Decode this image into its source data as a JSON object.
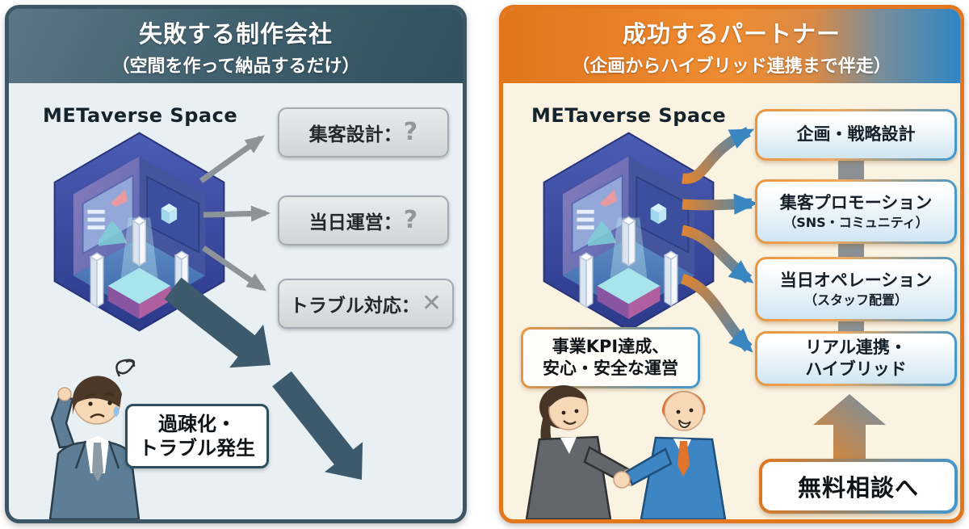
{
  "left_panel": {
    "title": "失敗する制作会社",
    "subtitle": "（空間を作って納品するだけ）",
    "space_label": "METaverse Space",
    "issue_boxes": [
      {
        "label": "集客設計：",
        "mark": "?"
      },
      {
        "label": "当日運営：",
        "mark": "?"
      },
      {
        "label": "トラブル対応：",
        "mark": "✕"
      }
    ],
    "result_line1": "過疎化・",
    "result_line2": "トラブル発生"
  },
  "right_panel": {
    "title": "成功するパートナー",
    "subtitle": "（企画からハイブリッド連携まで伴走）",
    "space_label": "METaverse Space",
    "step_boxes": [
      {
        "line1": "企画・戦略設計",
        "line2": ""
      },
      {
        "line1": "集客プロモーション",
        "line2": "（SNS・コミュニティ）"
      },
      {
        "line1": "当日オペレーション",
        "line2": "（スタッフ配置）"
      },
      {
        "line1": "リアル連携・",
        "line2": "ハイブリッド"
      }
    ],
    "kpi_line1": "事業KPI達成、",
    "kpi_line2": "安心・安全な運営",
    "cta_label": "無料相談へ"
  },
  "colors": {
    "accent_orange": "#e2771d",
    "accent_blue": "#2f86c4",
    "slate_dark": "#3c5666",
    "arrow_gray": "#8d9499",
    "left_panel_bg": "#e9f0f4",
    "right_panel_bg": "#faf3e2"
  }
}
